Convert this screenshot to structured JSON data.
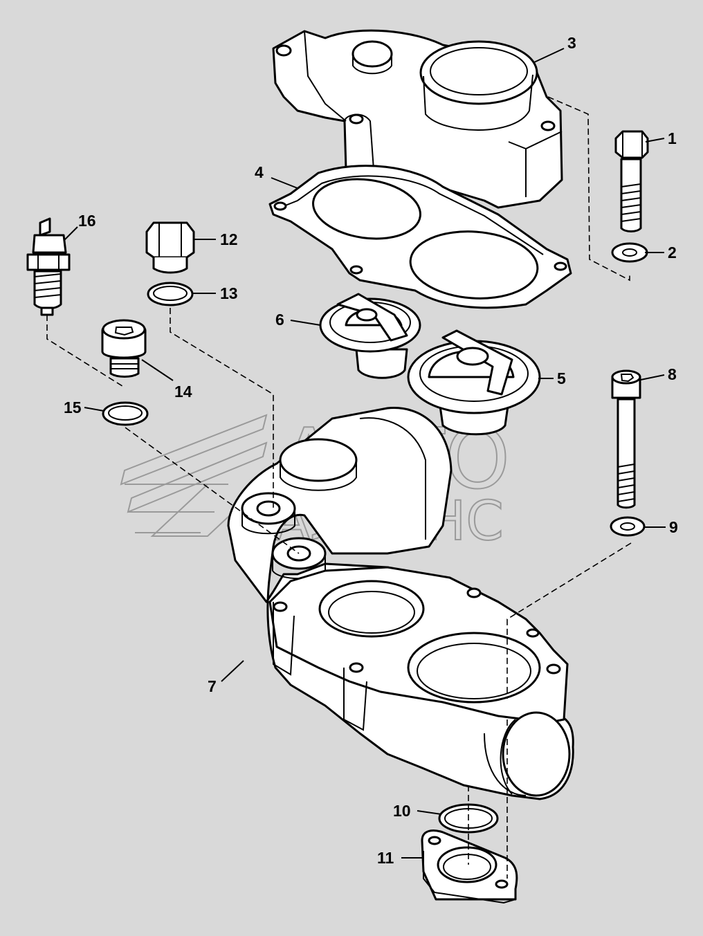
{
  "watermark": {
    "line1": "АВТО",
    "line2": "АЛЬЯНС"
  },
  "callouts": [
    {
      "id": "1",
      "part": "bolt"
    },
    {
      "id": "2",
      "part": "washer"
    },
    {
      "id": "3",
      "part": "thermostat-housing-cover"
    },
    {
      "id": "4",
      "part": "gasket"
    },
    {
      "id": "5",
      "part": "thermostat-large"
    },
    {
      "id": "6",
      "part": "thermostat-small"
    },
    {
      "id": "7",
      "part": "thermostat-housing"
    },
    {
      "id": "8",
      "part": "socket-head-bolt"
    },
    {
      "id": "9",
      "part": "washer"
    },
    {
      "id": "10",
      "part": "o-ring"
    },
    {
      "id": "11",
      "part": "outlet-flange"
    },
    {
      "id": "12",
      "part": "plug"
    },
    {
      "id": "13",
      "part": "sealing-ring"
    },
    {
      "id": "14",
      "part": "socket-plug"
    },
    {
      "id": "15",
      "part": "sealing-ring"
    },
    {
      "id": "16",
      "part": "temperature-sender"
    }
  ],
  "colors": {
    "background": "#d9d9d9",
    "line": "#000000",
    "part_fill": "#ffffff",
    "watermark": "#9a9a9a"
  }
}
